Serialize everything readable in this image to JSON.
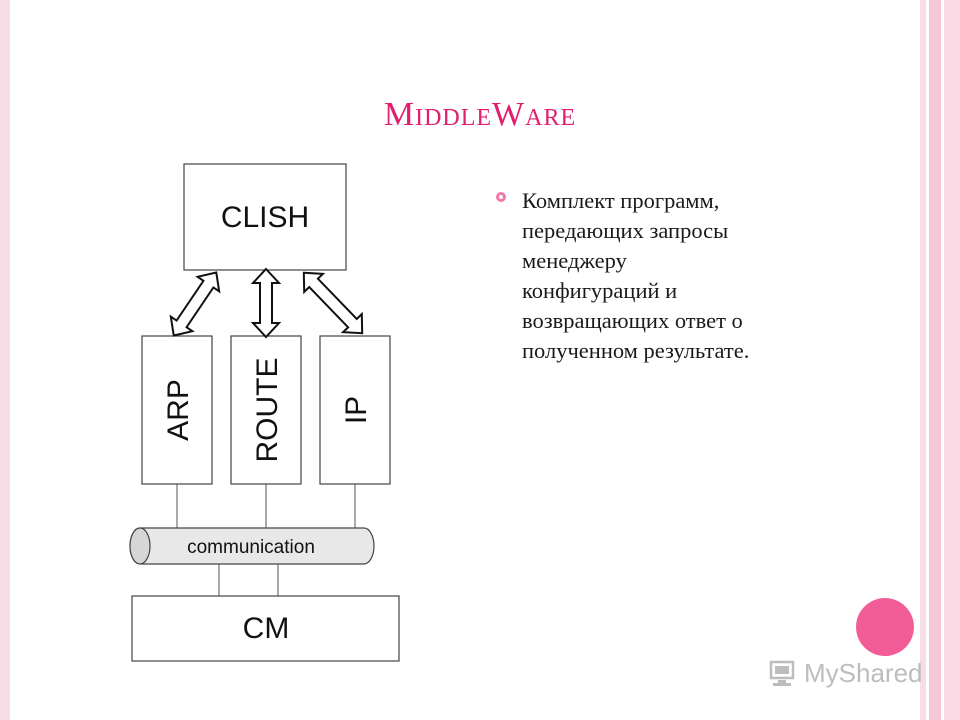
{
  "slide": {
    "title": "MiddleWare",
    "bullet": "Комплект программ,\nпередающих запросы\nменеджеру\nконфигураций и\nвозвращающих ответ о\nполученном результате."
  },
  "diagram": {
    "nodes": {
      "clish": "CLISH",
      "arp": "ARP",
      "route": "ROUTE",
      "ip": "IP",
      "bus": "communication",
      "cm": "CM"
    }
  },
  "watermark": {
    "text": "MyShared",
    "icon": "computer-icon"
  },
  "colors": {
    "accent": "#e0206e",
    "bullet": "#ef7aa8",
    "circle": "#f25d97",
    "frame": "#f7dde6",
    "watermark": "#bdbdbd"
  }
}
